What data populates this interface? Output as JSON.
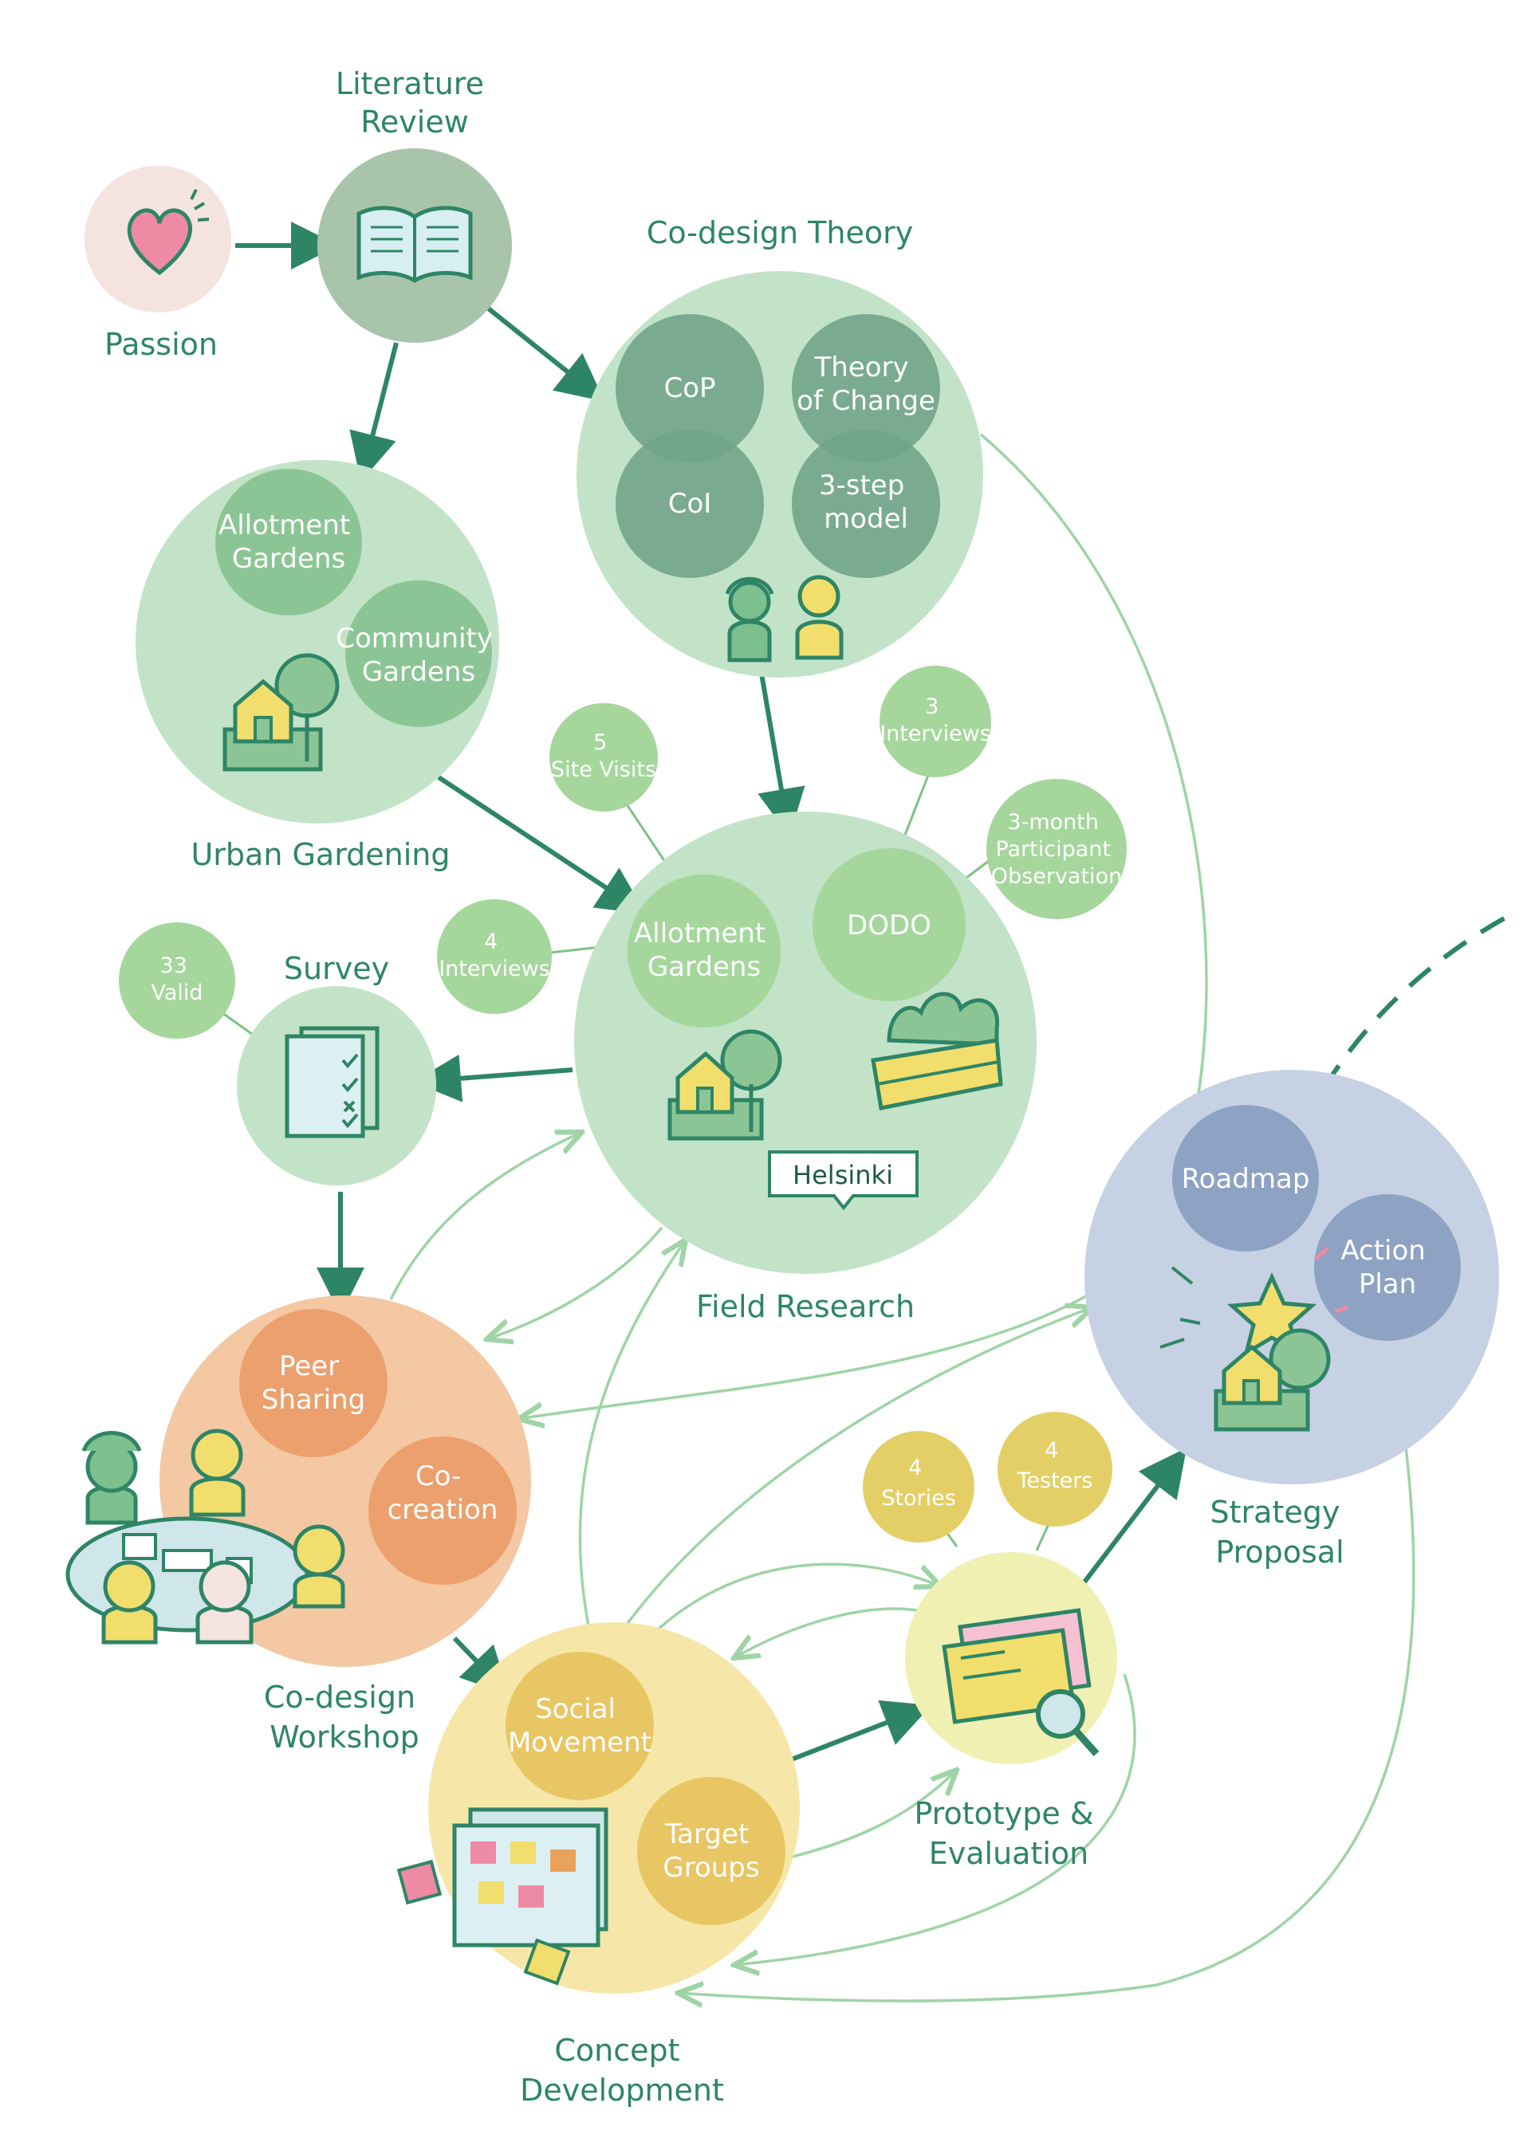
{
  "stages": {
    "passion": "Passion",
    "literature_review": [
      "Literature",
      "Review"
    ],
    "codesign_theory": "Co-design Theory",
    "urban_gardening": "Urban Gardening",
    "field_research": "Field Research",
    "survey": "Survey",
    "codesign_workshop": [
      "Co-design",
      "Workshop"
    ],
    "concept_development": [
      "Concept",
      "Development"
    ],
    "prototype_evaluation": [
      "Prototype &",
      "Evaluation"
    ],
    "strategy_proposal": [
      "Strategy",
      "Proposal"
    ]
  },
  "theory": {
    "cop": "CoP",
    "theory_of_change": [
      "Theory",
      "of Change"
    ],
    "coi": "CoI",
    "three_step": [
      "3-step",
      "model"
    ]
  },
  "urban": {
    "allotment": [
      "Allotment",
      "Gardens"
    ],
    "community": [
      "Community",
      "Gardens"
    ]
  },
  "field": {
    "allotment": [
      "Allotment",
      "Gardens"
    ],
    "dodo": "DODO",
    "helsinki": "Helsinki",
    "site_visits": [
      "5",
      "Site Visits"
    ],
    "interviews_3": [
      "3",
      "Interviews"
    ],
    "participant_obs": [
      "3-month",
      "Participant",
      "Observation"
    ],
    "interviews_4": [
      "4",
      "Interviews"
    ]
  },
  "survey": {
    "valid": [
      "33",
      "Valid"
    ]
  },
  "workshop": {
    "peer_sharing": [
      "Peer",
      "Sharing"
    ],
    "cocreation": [
      "Co-",
      "creation"
    ]
  },
  "concept": {
    "social_movement": [
      "Social",
      "Movement"
    ],
    "target_groups": [
      "Target",
      "Groups"
    ]
  },
  "prototype": {
    "stories": [
      "4",
      "Stories"
    ],
    "testers": [
      "4",
      "Testers"
    ]
  },
  "strategy": {
    "roadmap": "Roadmap",
    "action_plan": [
      "Action",
      "Plan"
    ]
  },
  "colors": {
    "dark_green": "#2e8566",
    "light_arrow": "#9fd4a6",
    "orange": "#f3c8a3",
    "yellow": "#f6e7a8",
    "blue": "#c6d1e3"
  }
}
